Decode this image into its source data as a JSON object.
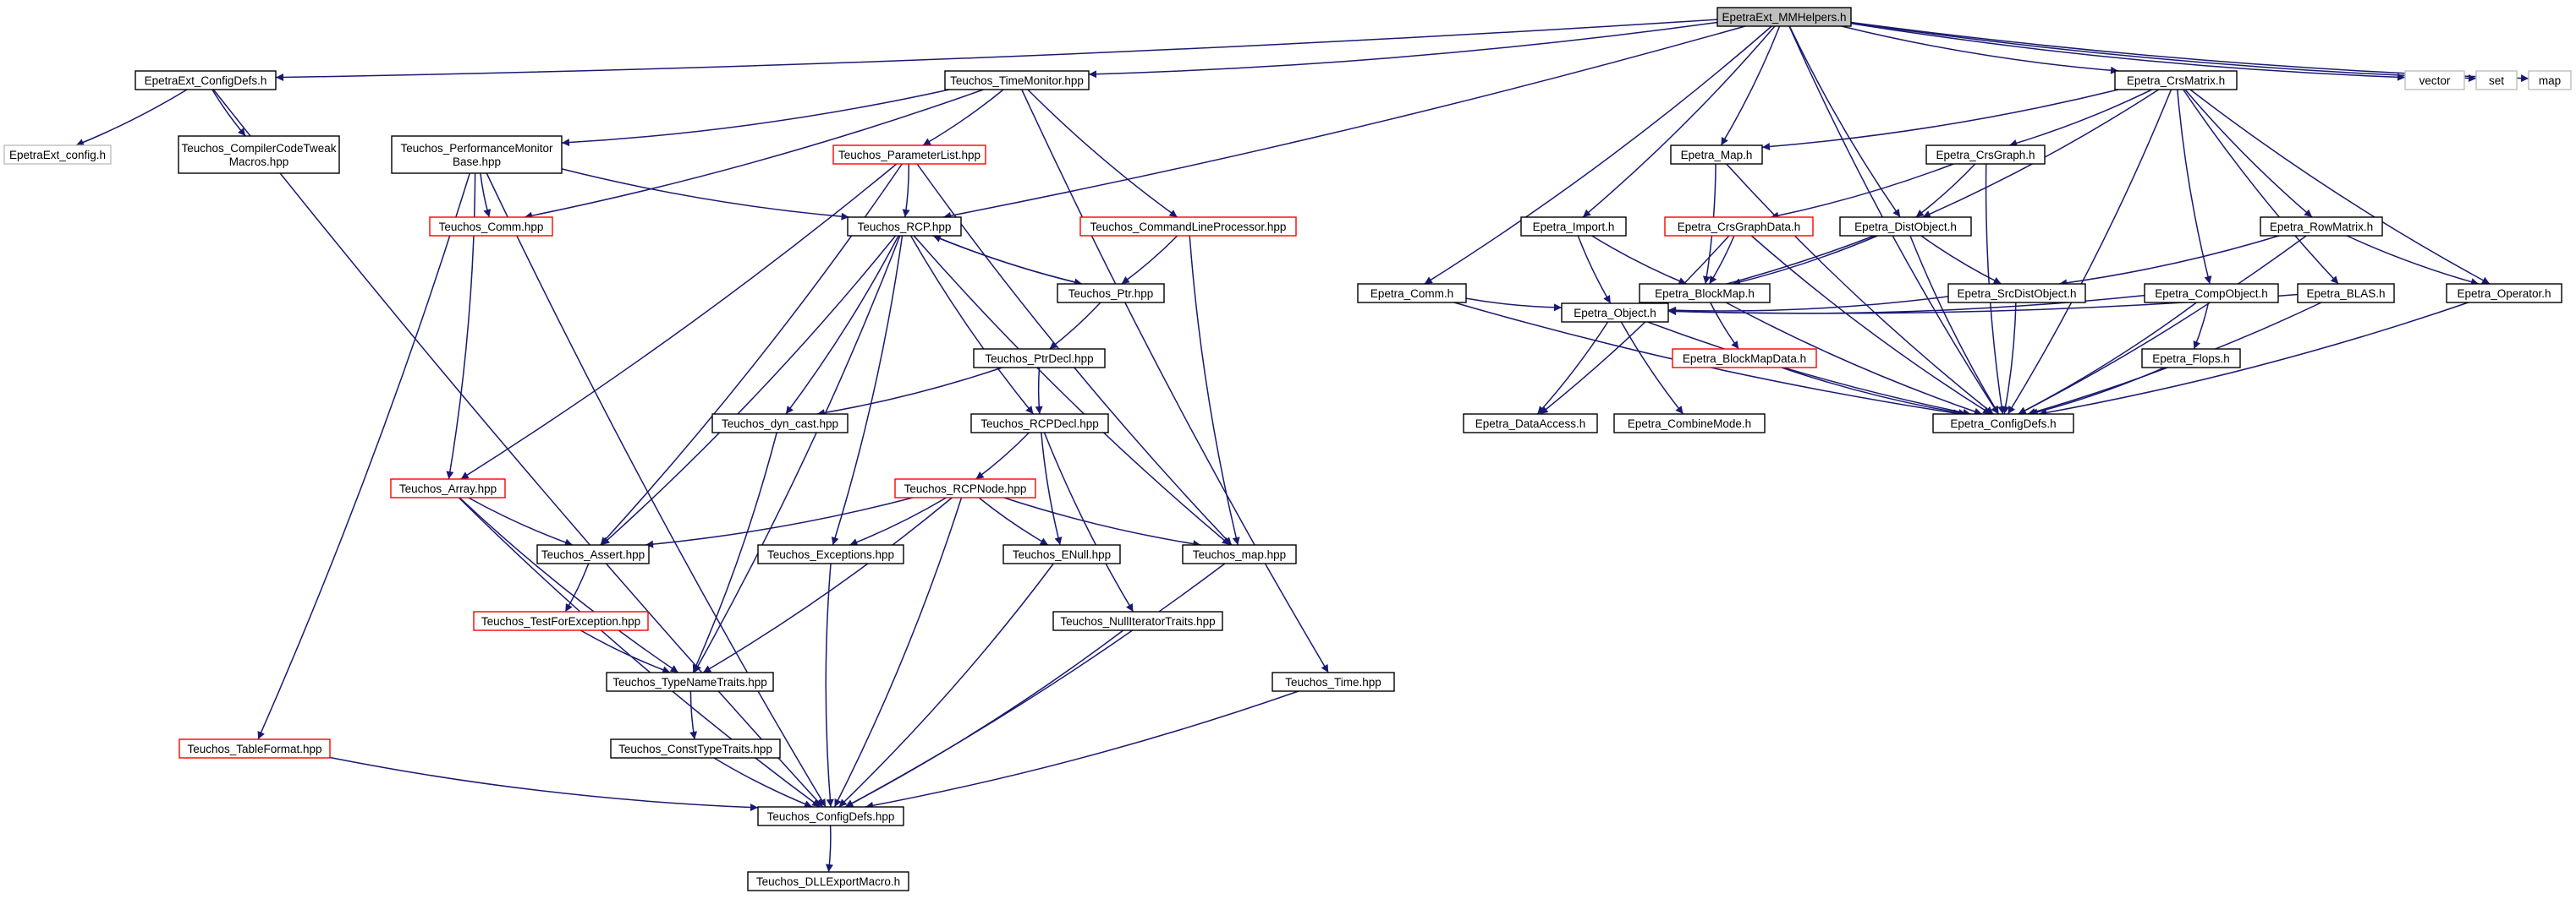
{
  "colors": {
    "edge": "#191970",
    "border_normal": "#000000",
    "border_truncated": "#ff0000",
    "border_external": "#bfbfbf",
    "root_fill": "#bfbfbf",
    "node_fill": "#ffffff"
  },
  "nodes": [
    {
      "id": "root",
      "label": "EpetraExt_MMHelpers.h",
      "kind": "root"
    },
    {
      "id": "eext_cfgdefs",
      "label": "EpetraExt_ConfigDefs.h",
      "kind": "normal"
    },
    {
      "id": "eext_config",
      "label": "EpetraExt_config.h",
      "kind": "external"
    },
    {
      "id": "t_cctm",
      "label": "Teuchos_CompilerCodeTweakMacros.hpp",
      "lines": [
        "Teuchos_CompilerCodeTweak",
        "Macros.hpp"
      ],
      "kind": "normal"
    },
    {
      "id": "t_timemon",
      "label": "Teuchos_TimeMonitor.hpp",
      "kind": "normal"
    },
    {
      "id": "t_perfmon",
      "label": "Teuchos_PerformanceMonitorBase.hpp",
      "lines": [
        "Teuchos_PerformanceMonitor",
        "Base.hpp"
      ],
      "kind": "normal"
    },
    {
      "id": "t_comm",
      "label": "Teuchos_Comm.hpp",
      "kind": "truncated"
    },
    {
      "id": "t_plist",
      "label": "Teuchos_ParameterList.hpp",
      "kind": "truncated"
    },
    {
      "id": "t_clp",
      "label": "Teuchos_CommandLineProcessor.hpp",
      "kind": "truncated"
    },
    {
      "id": "t_rcp",
      "label": "Teuchos_RCP.hpp",
      "kind": "normal"
    },
    {
      "id": "t_ptr",
      "label": "Teuchos_Ptr.hpp",
      "kind": "normal"
    },
    {
      "id": "t_ptrdecl",
      "label": "Teuchos_PtrDecl.hpp",
      "kind": "normal"
    },
    {
      "id": "t_dyncast",
      "label": "Teuchos_dyn_cast.hpp",
      "kind": "normal"
    },
    {
      "id": "t_rcpdecl",
      "label": "Teuchos_RCPDecl.hpp",
      "kind": "normal"
    },
    {
      "id": "t_array",
      "label": "Teuchos_Array.hpp",
      "kind": "truncated"
    },
    {
      "id": "t_rcpnode",
      "label": "Teuchos_RCPNode.hpp",
      "kind": "truncated"
    },
    {
      "id": "t_assert",
      "label": "Teuchos_Assert.hpp",
      "kind": "normal"
    },
    {
      "id": "t_exceptions",
      "label": "Teuchos_Exceptions.hpp",
      "kind": "normal"
    },
    {
      "id": "t_enull",
      "label": "Teuchos_ENull.hpp",
      "kind": "normal"
    },
    {
      "id": "t_map",
      "label": "Teuchos_map.hpp",
      "kind": "normal"
    },
    {
      "id": "t_tfe",
      "label": "Teuchos_TestForException.hpp",
      "kind": "truncated"
    },
    {
      "id": "t_nullit",
      "label": "Teuchos_NullIteratorTraits.hpp",
      "kind": "normal"
    },
    {
      "id": "t_typename",
      "label": "Teuchos_TypeNameTraits.hpp",
      "kind": "normal"
    },
    {
      "id": "t_time",
      "label": "Teuchos_Time.hpp",
      "kind": "normal"
    },
    {
      "id": "t_consttype",
      "label": "Teuchos_ConstTypeTraits.hpp",
      "kind": "normal"
    },
    {
      "id": "t_tablefmt",
      "label": "Teuchos_TableFormat.hpp",
      "kind": "truncated"
    },
    {
      "id": "t_cfgdefs",
      "label": "Teuchos_ConfigDefs.hpp",
      "kind": "normal"
    },
    {
      "id": "t_dll",
      "label": "Teuchos_DLLExportMacro.h",
      "kind": "normal"
    },
    {
      "id": "e_crsmatrix",
      "label": "Epetra_CrsMatrix.h",
      "kind": "normal"
    },
    {
      "id": "vector",
      "label": "vector",
      "kind": "external"
    },
    {
      "id": "set",
      "label": "set",
      "kind": "external"
    },
    {
      "id": "map",
      "label": "map",
      "kind": "external"
    },
    {
      "id": "e_map",
      "label": "Epetra_Map.h",
      "kind": "normal"
    },
    {
      "id": "e_crsgraph",
      "label": "Epetra_CrsGraph.h",
      "kind": "normal"
    },
    {
      "id": "e_import",
      "label": "Epetra_Import.h",
      "kind": "normal"
    },
    {
      "id": "e_crsgraphdata",
      "label": "Epetra_CrsGraphData.h",
      "kind": "truncated"
    },
    {
      "id": "e_distobj",
      "label": "Epetra_DistObject.h",
      "kind": "normal"
    },
    {
      "id": "e_rowmatrix",
      "label": "Epetra_RowMatrix.h",
      "kind": "normal"
    },
    {
      "id": "e_comm",
      "label": "Epetra_Comm.h",
      "kind": "normal"
    },
    {
      "id": "e_blockmap",
      "label": "Epetra_BlockMap.h",
      "kind": "normal"
    },
    {
      "id": "e_srcdist",
      "label": "Epetra_SrcDistObject.h",
      "kind": "normal"
    },
    {
      "id": "e_compobj",
      "label": "Epetra_CompObject.h",
      "kind": "normal"
    },
    {
      "id": "e_blas",
      "label": "Epetra_BLAS.h",
      "kind": "normal"
    },
    {
      "id": "e_operator",
      "label": "Epetra_Operator.h",
      "kind": "normal"
    },
    {
      "id": "e_object",
      "label": "Epetra_Object.h",
      "kind": "normal"
    },
    {
      "id": "e_blockmapdata",
      "label": "Epetra_BlockMapData.h",
      "kind": "truncated"
    },
    {
      "id": "e_flops",
      "label": "Epetra_Flops.h",
      "kind": "normal"
    },
    {
      "id": "e_dataaccess",
      "label": "Epetra_DataAccess.h",
      "kind": "normal"
    },
    {
      "id": "e_combinemode",
      "label": "Epetra_CombineMode.h",
      "kind": "normal"
    },
    {
      "id": "e_cfgdefs",
      "label": "Epetra_ConfigDefs.h",
      "kind": "normal"
    }
  ],
  "edges": [
    [
      "root",
      "eext_cfgdefs"
    ],
    [
      "root",
      "t_timemon"
    ],
    [
      "root",
      "t_rcp"
    ],
    [
      "root",
      "e_crsmatrix"
    ],
    [
      "root",
      "vector"
    ],
    [
      "root",
      "set"
    ],
    [
      "root",
      "map"
    ],
    [
      "root",
      "e_map"
    ],
    [
      "root",
      "e_import"
    ],
    [
      "root",
      "e_distobj"
    ],
    [
      "root",
      "e_comm"
    ],
    [
      "root",
      "e_cfgdefs"
    ],
    [
      "eext_cfgdefs",
      "eext_config"
    ],
    [
      "eext_cfgdefs",
      "t_cctm"
    ],
    [
      "eext_cfgdefs",
      "t_cfgdefs"
    ],
    [
      "t_timemon",
      "t_perfmon"
    ],
    [
      "t_timemon",
      "t_plist"
    ],
    [
      "t_timemon",
      "t_comm"
    ],
    [
      "t_timemon",
      "t_clp"
    ],
    [
      "t_timemon",
      "t_time"
    ],
    [
      "t_perfmon",
      "t_comm"
    ],
    [
      "t_perfmon",
      "t_rcp"
    ],
    [
      "t_perfmon",
      "t_array"
    ],
    [
      "t_perfmon",
      "t_tablefmt"
    ],
    [
      "t_perfmon",
      "t_cfgdefs"
    ],
    [
      "t_plist",
      "t_rcp"
    ],
    [
      "t_plist",
      "t_array"
    ],
    [
      "t_plist",
      "t_assert"
    ],
    [
      "t_plist",
      "t_map"
    ],
    [
      "t_clp",
      "t_ptr"
    ],
    [
      "t_clp",
      "t_map"
    ],
    [
      "t_rcp",
      "t_ptr"
    ],
    [
      "t_rcp",
      "t_dyncast"
    ],
    [
      "t_rcp",
      "t_rcpdecl"
    ],
    [
      "t_rcp",
      "t_assert"
    ],
    [
      "t_rcp",
      "t_exceptions"
    ],
    [
      "t_rcp",
      "t_map"
    ],
    [
      "t_rcp",
      "t_typename"
    ],
    [
      "t_ptr",
      "t_rcp"
    ],
    [
      "t_ptr",
      "t_ptrdecl"
    ],
    [
      "t_ptrdecl",
      "t_rcpdecl"
    ],
    [
      "t_ptrdecl",
      "t_dyncast"
    ],
    [
      "t_dyncast",
      "t_typename"
    ],
    [
      "t_rcpdecl",
      "t_rcpnode"
    ],
    [
      "t_rcpdecl",
      "t_enull"
    ],
    [
      "t_rcpdecl",
      "t_nullit"
    ],
    [
      "t_array",
      "t_assert"
    ],
    [
      "t_array",
      "t_typename"
    ],
    [
      "t_array",
      "t_cfgdefs"
    ],
    [
      "t_rcpnode",
      "t_assert"
    ],
    [
      "t_rcpnode",
      "t_exceptions"
    ],
    [
      "t_rcpnode",
      "t_enull"
    ],
    [
      "t_rcpnode",
      "t_map"
    ],
    [
      "t_rcpnode",
      "t_typename"
    ],
    [
      "t_rcpnode",
      "t_cfgdefs"
    ],
    [
      "t_assert",
      "t_tfe"
    ],
    [
      "t_tfe",
      "t_typename"
    ],
    [
      "t_typename",
      "t_consttype"
    ],
    [
      "t_consttype",
      "t_cfgdefs"
    ],
    [
      "t_exceptions",
      "t_cfgdefs"
    ],
    [
      "t_enull",
      "t_cfgdefs"
    ],
    [
      "t_map",
      "t_cfgdefs"
    ],
    [
      "t_nullit",
      "t_cfgdefs"
    ],
    [
      "t_time",
      "t_cfgdefs"
    ],
    [
      "t_tablefmt",
      "t_cfgdefs"
    ],
    [
      "t_cfgdefs",
      "t_dll"
    ],
    [
      "e_crsmatrix",
      "e_map"
    ],
    [
      "e_crsmatrix",
      "e_crsgraph"
    ],
    [
      "e_crsmatrix",
      "e_distobj"
    ],
    [
      "e_crsmatrix",
      "e_rowmatrix"
    ],
    [
      "e_crsmatrix",
      "e_compobj"
    ],
    [
      "e_crsmatrix",
      "e_blas"
    ],
    [
      "e_crsmatrix",
      "e_operator"
    ],
    [
      "e_crsmatrix",
      "e_cfgdefs"
    ],
    [
      "e_map",
      "e_blockmap"
    ],
    [
      "e_map",
      "e_cfgdefs"
    ],
    [
      "e_crsgraph",
      "e_crsgraphdata"
    ],
    [
      "e_crsgraph",
      "e_distobj"
    ],
    [
      "e_crsgraph",
      "e_cfgdefs"
    ],
    [
      "e_import",
      "e_blockmap"
    ],
    [
      "e_import",
      "e_object"
    ],
    [
      "e_crsgraphdata",
      "e_blockmap"
    ],
    [
      "e_crsgraphdata",
      "e_dataaccess"
    ],
    [
      "e_crsgraphdata",
      "e_cfgdefs"
    ],
    [
      "e_distobj",
      "e_blockmap"
    ],
    [
      "e_distobj",
      "e_srcdist"
    ],
    [
      "e_distobj",
      "e_object"
    ],
    [
      "e_distobj",
      "e_cfgdefs"
    ],
    [
      "e_rowmatrix",
      "e_operator"
    ],
    [
      "e_rowmatrix",
      "e_srcdist"
    ],
    [
      "e_rowmatrix",
      "e_cfgdefs"
    ],
    [
      "e_comm",
      "e_object"
    ],
    [
      "e_comm",
      "e_cfgdefs"
    ],
    [
      "e_blockmap",
      "e_object"
    ],
    [
      "e_blockmap",
      "e_blockmapdata"
    ],
    [
      "e_blockmap",
      "e_cfgdefs"
    ],
    [
      "e_srcdist",
      "e_object"
    ],
    [
      "e_srcdist",
      "e_cfgdefs"
    ],
    [
      "e_compobj",
      "e_flops"
    ],
    [
      "e_compobj",
      "e_object"
    ],
    [
      "e_compobj",
      "e_cfgdefs"
    ],
    [
      "e_blas",
      "e_object"
    ],
    [
      "e_blas",
      "e_cfgdefs"
    ],
    [
      "e_operator",
      "e_cfgdefs"
    ],
    [
      "e_object",
      "e_dataaccess"
    ],
    [
      "e_object",
      "e_combinemode"
    ],
    [
      "e_object",
      "e_cfgdefs"
    ],
    [
      "e_blockmapdata",
      "e_cfgdefs"
    ],
    [
      "e_flops",
      "e_cfgdefs"
    ]
  ]
}
